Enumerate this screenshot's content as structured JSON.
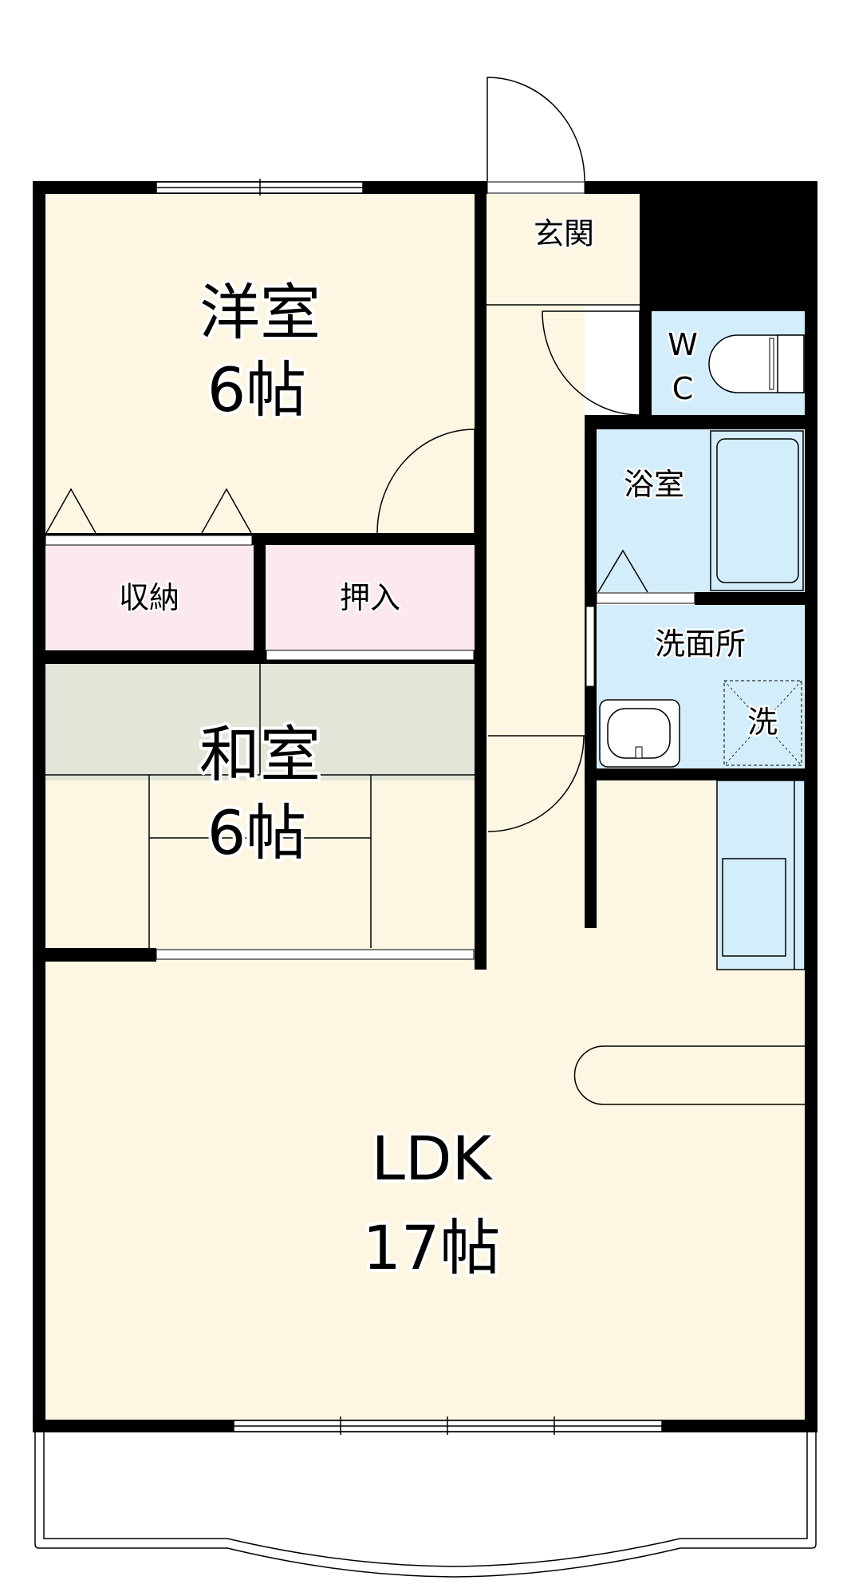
{
  "colors": {
    "floor": "#fdf6e3",
    "storage": "#fbe8f0",
    "tatami": "#e2e6d9",
    "wet_area": "#d3eefa",
    "wall": "#000000"
  },
  "rooms": {
    "western": {
      "name": "洋室",
      "size": "6帖"
    },
    "japanese": {
      "name": "和室",
      "size": "6帖"
    },
    "ldk": {
      "name": "LDK",
      "size": "17帖"
    },
    "entrance": {
      "name": "玄関"
    },
    "toilet": {
      "name_1": "W",
      "name_2": "C"
    },
    "bath": {
      "name": "浴室"
    },
    "washroom": {
      "name": "洗面所"
    },
    "washer": {
      "name": "洗"
    },
    "storage": {
      "name": "収納"
    },
    "closet": {
      "name": "押入"
    }
  }
}
